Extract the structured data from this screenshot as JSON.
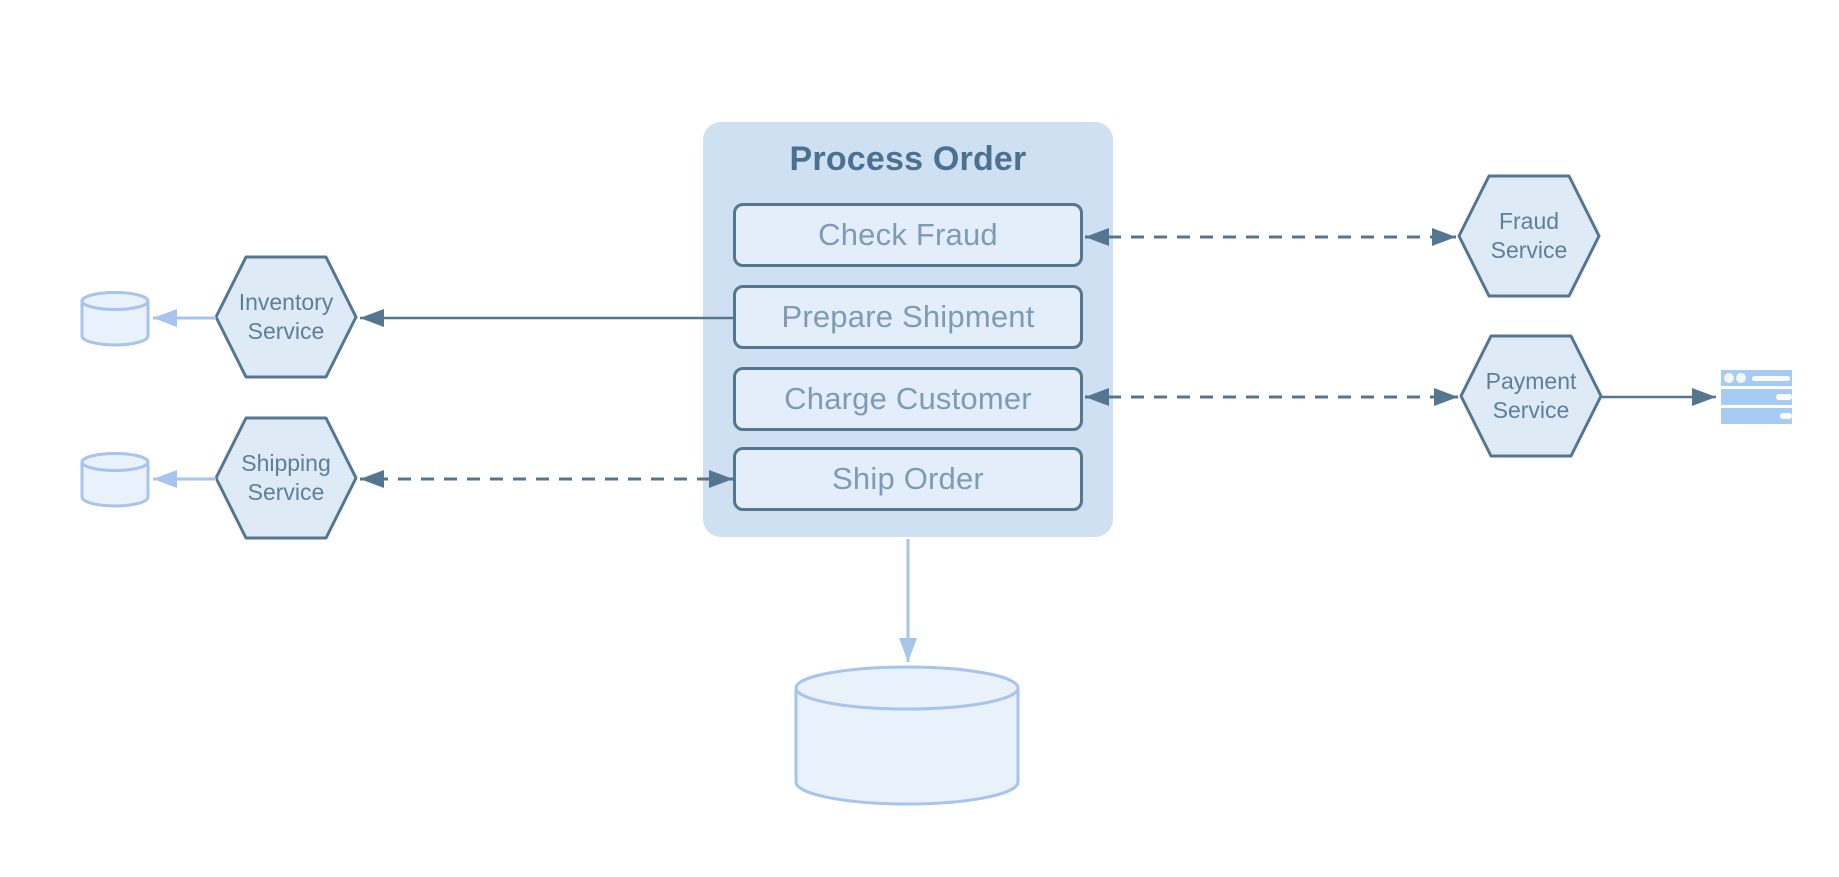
{
  "process_group": {
    "title": "Process Order",
    "steps": [
      {
        "label": "Check Fraud"
      },
      {
        "label": "Prepare Shipment"
      },
      {
        "label": "Charge Customer"
      },
      {
        "label": "Ship Order"
      }
    ]
  },
  "services": {
    "inventory": {
      "label": "Inventory Service"
    },
    "shipping": {
      "label": "Shipping Service"
    },
    "fraud": {
      "label": "Fraud Service"
    },
    "payment": {
      "label": "Payment Service"
    }
  },
  "datastores": {
    "inventory_db": {
      "icon": "database-icon"
    },
    "shipping_db": {
      "icon": "database-icon"
    },
    "orders_db": {
      "icon": "database-icon"
    }
  },
  "external": {
    "payment_gateway": {
      "icon": "payment-gateway-icon"
    }
  },
  "edges": [
    {
      "from": "Prepare Shipment",
      "to": "Inventory Service",
      "style": "solid",
      "direction": "one-way"
    },
    {
      "from": "Inventory Service",
      "to": "inventory-database",
      "style": "solid-light",
      "direction": "one-way"
    },
    {
      "from": "Shipping Service",
      "to": "shipping-database",
      "style": "solid-light",
      "direction": "one-way"
    },
    {
      "from": "Ship Order",
      "to": "Shipping Service",
      "style": "dashed",
      "direction": "two-way"
    },
    {
      "from": "Check Fraud",
      "to": "Fraud Service",
      "style": "dashed",
      "direction": "two-way"
    },
    {
      "from": "Charge Customer",
      "to": "Payment Service",
      "style": "dashed",
      "direction": "two-way"
    },
    {
      "from": "Payment Service",
      "to": "payment-gateway",
      "style": "solid",
      "direction": "one-way"
    },
    {
      "from": "Process Order",
      "to": "orders-database",
      "style": "solid-light",
      "direction": "one-way"
    }
  ],
  "colors": {
    "group_fill": "#cfe0f2",
    "step_fill": "#e4eefa",
    "hex_fill": "#dfeaf7",
    "stroke_slate": "#54768f",
    "stroke_light": "#a6c4ed",
    "cylinder_fill": "#e9f1fb",
    "icon_fill": "#a6ccf4",
    "title_color": "#4a7191",
    "step_text": "#7d9cb4",
    "hex_text": "#5d7f99",
    "canvas_bg": "#ffffff"
  }
}
